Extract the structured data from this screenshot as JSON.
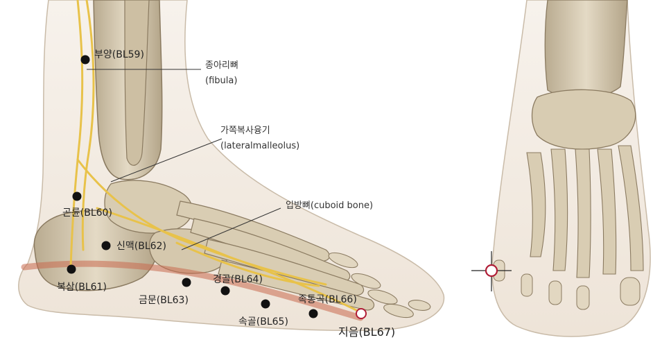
{
  "points": [
    {
      "label": "부양(BL59)"
    },
    {
      "label": "곤륜(BL60)"
    },
    {
      "label": "신맥(BL62)"
    },
    {
      "label": "복삼(BL61)"
    },
    {
      "label": "금문(BL63)"
    },
    {
      "label": "경골(BL64)"
    },
    {
      "label": "속골(BL65)"
    },
    {
      "label": "족통곡(BL66)"
    },
    {
      "label": "지음(BL67)"
    }
  ],
  "anatomy": [
    {
      "label_ko": "종아리뼈",
      "label_en": "(fibula)"
    },
    {
      "label_ko": "가쪽복사융기",
      "label_en": "(lateralmalleolus)"
    },
    {
      "label": "입방뼈(cuboid bone)"
    }
  ],
  "colors": {
    "meridian": "#e8c24a",
    "bone": "#d9cdb3",
    "bone_shadow": "#a8977a",
    "skin": "#f3ece4",
    "point": "#111111",
    "target_ring": "#b01c35",
    "channel": "#c96a4e"
  }
}
